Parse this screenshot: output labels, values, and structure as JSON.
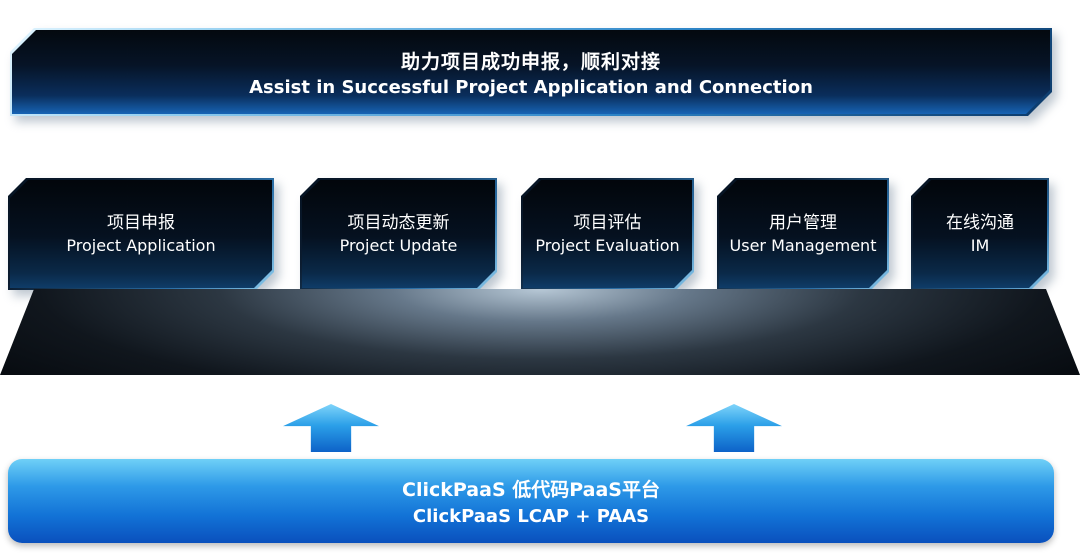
{
  "banner": {
    "title_zh": "助力项目成功申报，顺利对接",
    "title_en": "Assist in Successful Project Application and Connection"
  },
  "modules": [
    {
      "zh": "项目申报",
      "en": "Project Application"
    },
    {
      "zh": "项目动态更新",
      "en": "Project Update"
    },
    {
      "zh": "项目评估",
      "en": "Project Evaluation"
    },
    {
      "zh": "用户管理",
      "en": "User Management"
    },
    {
      "zh": "在线沟通",
      "en": "IM"
    }
  ],
  "platform_bar": {
    "title_zh": "ClickPaaS 低代码PaaS平台",
    "title_en": "ClickPaaS LCAP + PAAS"
  },
  "icons": {
    "up_arrow": "▲"
  },
  "colors": {
    "accent_blue": "#2196e8",
    "light_cyan": "#6fd0f7",
    "dark_navy": "#061427",
    "edge_highlight": "#8ecdef"
  }
}
